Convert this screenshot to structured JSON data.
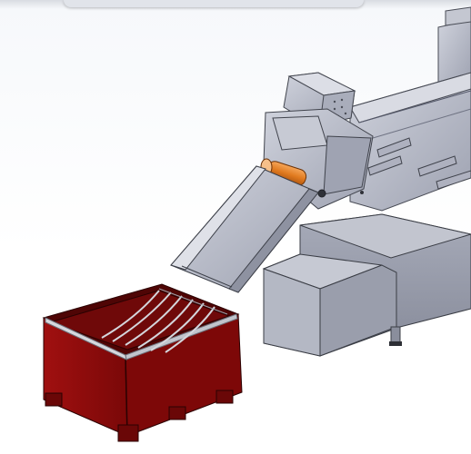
{
  "app": {
    "window_title": "",
    "view": "3d-cad-model-viewport"
  },
  "model": {
    "components": [
      {
        "id": "bin",
        "icon": "red-collection-bin"
      },
      {
        "id": "chute",
        "icon": "inclined-chute"
      },
      {
        "id": "roller",
        "icon": "orange-roller"
      },
      {
        "id": "conveyor",
        "icon": "slatted-conveyor"
      },
      {
        "id": "motor",
        "icon": "motor-housing"
      },
      {
        "id": "hopper",
        "icon": "base-hopper"
      },
      {
        "id": "tank",
        "icon": "upper-tank"
      }
    ]
  },
  "colors": {
    "metal": "#b9bcc9",
    "metal_dark": "#8f93a3",
    "metal_light": "#d3d6df",
    "bin_red": "#8b0b0b",
    "bin_red_dark": "#5e0606",
    "roller_orange": "#e07a1f",
    "background": "#ffffff"
  }
}
